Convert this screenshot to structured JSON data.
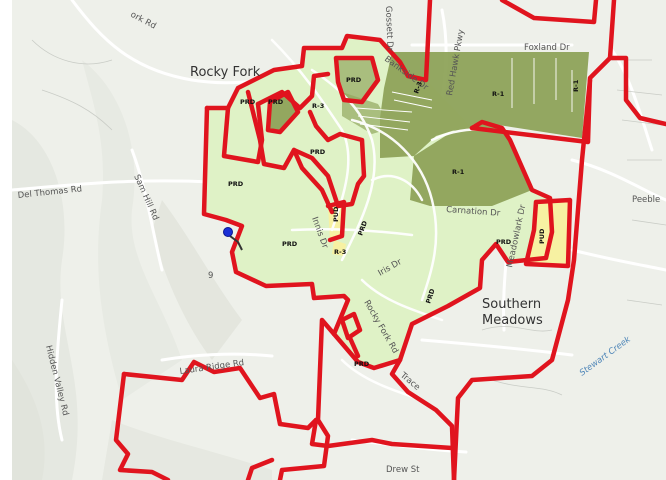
{
  "places": {
    "rocky_fork": "Rocky Fork",
    "southern_meadows_1": "Southern",
    "southern_meadows_2": "Meadows"
  },
  "roads": {
    "york": "ork Rd",
    "gossett": "Gossett Dr",
    "foxland": "Foxland Dr",
    "red_hawk": "Red Hawk Pkwy",
    "bankside": "Bankside Dr",
    "del_thomas": "Del Thomas Rd",
    "sam_hill": "Sam Hill Rd",
    "carnation": "Carnation Dr",
    "meadowlark": "Meadowlark Dr",
    "peeble": "Peeble",
    "laura_ridge": "Laura Ridge Rd",
    "hidden_valley": "Hidden Valley Rd",
    "drew": "Drew St",
    "rocky_fork_rd": "Rocky Fork Rd",
    "trace": "Trace",
    "innis": "Innis Dr",
    "iris": "Iris Dr",
    "gw": "9"
  },
  "water": {
    "stewart_creek": "Stewart Creek"
  },
  "zones": {
    "prd": "PRD",
    "pud": "PUD",
    "r1": "R-1",
    "r3": "R-3"
  },
  "colors": {
    "boundary": "#e0141e",
    "prd_fill": "#dff2c6",
    "r1_fill": "#8fa45a",
    "pud_fill": "#f7f1a2",
    "terrain": "#eef0ea",
    "marker": "#1a2fd6"
  },
  "icons": {
    "marker": "location-pin-icon"
  }
}
